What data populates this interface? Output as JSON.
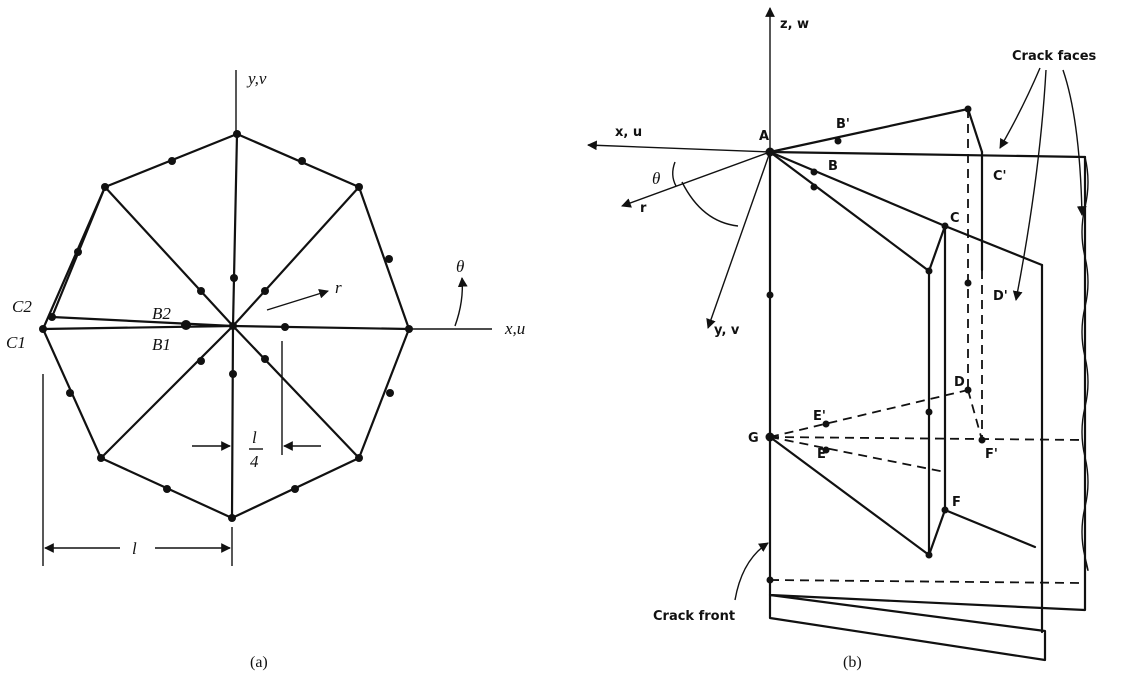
{
  "figure_a": {
    "axis_y": "y,v",
    "axis_x": "x,u",
    "angle": "θ",
    "radial": "r",
    "node_c2": "C2",
    "node_c1": "C1",
    "node_b2": "B2",
    "node_b1": "B1",
    "dim_quarter_num": "l",
    "dim_quarter_den": "4",
    "dim_full": "l",
    "caption": "(a)"
  },
  "figure_b": {
    "axis_z": "z, w",
    "axis_x": "x, u",
    "axis_r": "r",
    "axis_y": "y, v",
    "angle": "θ",
    "node_a": "A",
    "node_b": "B",
    "node_b_prime": "B'",
    "node_c": "C",
    "node_c_prime": "C'",
    "node_d": "D",
    "node_d_prime": "D'",
    "node_e": "E",
    "node_e_prime": "E'",
    "node_f": "F",
    "node_f_prime": "F'",
    "node_g": "G",
    "crack_faces": "Crack faces",
    "crack_front": "Crack front",
    "caption": "(b)"
  }
}
